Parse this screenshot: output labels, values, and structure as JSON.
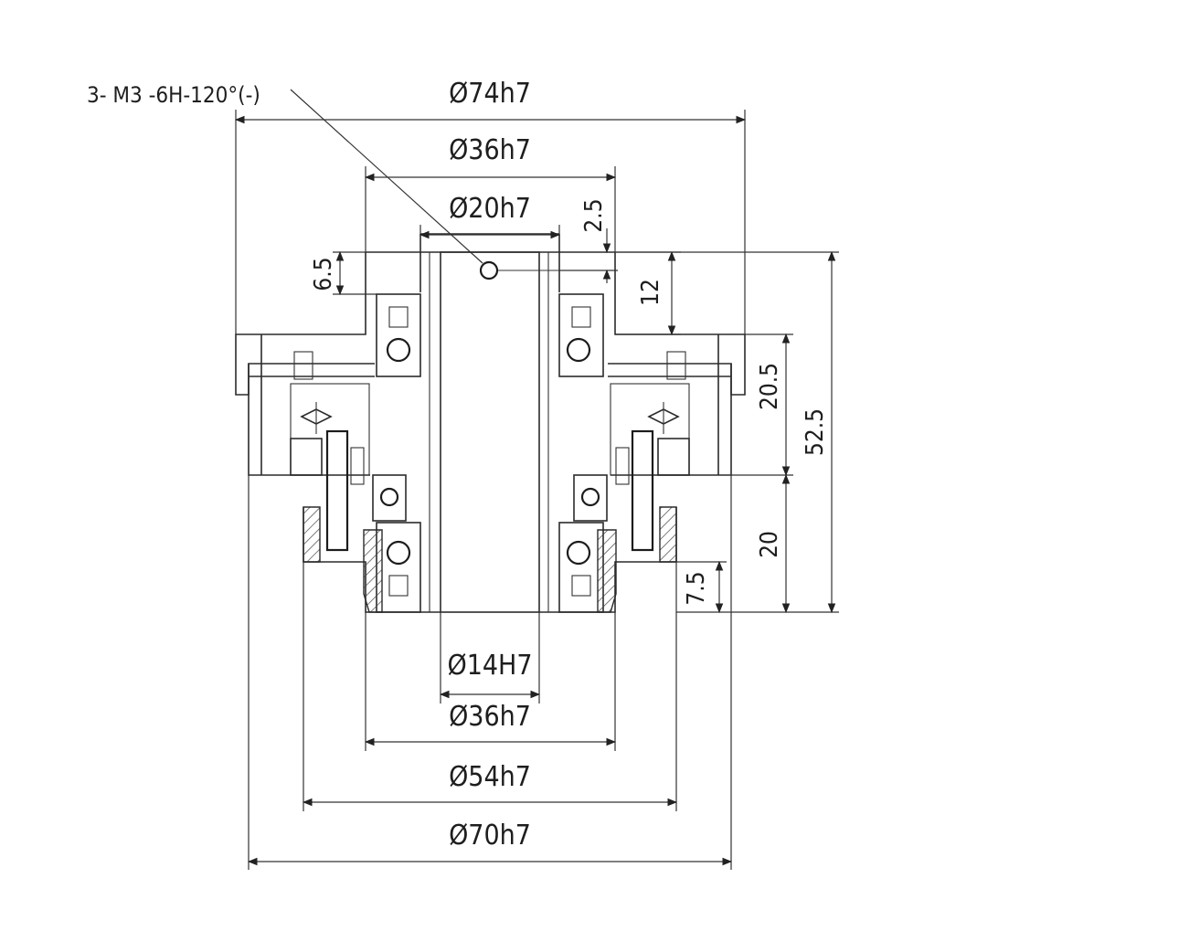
{
  "callout": {
    "text": "3- M3 -6H-120°(-)"
  },
  "diameters": {
    "top_outer": "Ø74h7",
    "top_mid": "Ø36h7",
    "top_inner": "Ø20h7",
    "bottom_bore": "Ø14H7",
    "bottom_mid": "Ø36h7",
    "bottom_54": "Ø54h7",
    "bottom_70": "Ø70h7"
  },
  "vertical_dims": {
    "d2_5": "2.5",
    "d6_5": "6.5",
    "d12": "12",
    "d20_5": "20.5",
    "d52_5": "52.5",
    "d20": "20",
    "d7_5": "7.5"
  },
  "colors": {
    "line": "#2b2b2b",
    "background": "#ffffff"
  }
}
